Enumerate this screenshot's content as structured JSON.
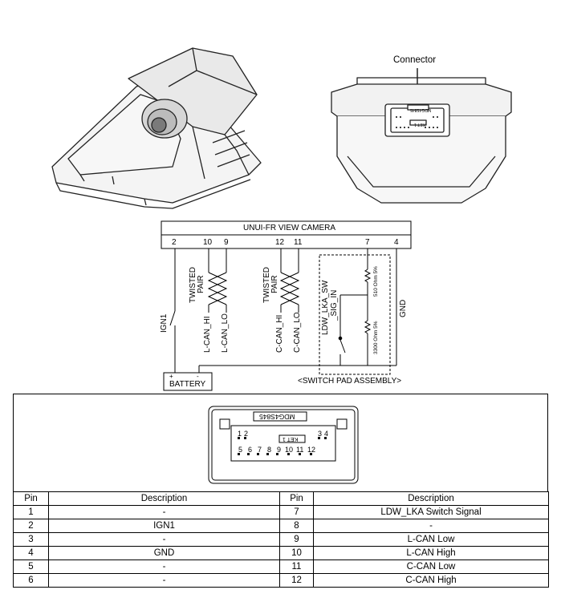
{
  "photo": {
    "connector_label": "Connector",
    "connector_part_number": "MDG4S845",
    "connector_housing_marking": "KET 1"
  },
  "schematic": {
    "title": "UNUI-FR VIEW CAMERA",
    "pins_top": [
      "2",
      "10",
      "9",
      "12",
      "11",
      "7",
      "4"
    ],
    "twisted_pair_left": [
      "TWISTED",
      "PAIR"
    ],
    "twisted_pair_right": [
      "TWISTED",
      "PAIR"
    ],
    "ign_label": "IGN1",
    "lcan_hi": "L-CAN_HI",
    "lcan_lo": "L-CAN_LO",
    "ccan_hi": "C-CAN_HI",
    "ccan_lo": "C-CAN_LO",
    "ldw_sw": "LDW_LKA_SW",
    "sig_in": "_SIG_IN",
    "res_510": "510 Ohm 5%",
    "res_3300": "3300 Ohm 5%",
    "gnd": "GND",
    "battery": "BATTERY",
    "plus": "+",
    "minus": "-",
    "switch_pad": "<SWITCH PAD ASSEMBLY>"
  },
  "connector_face": {
    "part_number": "MDG4S845",
    "housing_marking": "KET 1",
    "row1_pins": [
      "1",
      "2",
      "3",
      "4"
    ],
    "row2_pins": [
      "5",
      "6",
      "7",
      "8",
      "9",
      "10",
      "11",
      "12"
    ]
  },
  "pin_table": {
    "headers": [
      "Pin",
      "Description",
      "Pin",
      "Description"
    ],
    "rows": [
      {
        "pin_a": "1",
        "desc_a": "-",
        "pin_b": "7",
        "desc_b": "LDW_LKA Switch Signal"
      },
      {
        "pin_a": "2",
        "desc_a": "IGN1",
        "pin_b": "8",
        "desc_b": "-"
      },
      {
        "pin_a": "3",
        "desc_a": "-",
        "pin_b": "9",
        "desc_b": "L-CAN Low"
      },
      {
        "pin_a": "4",
        "desc_a": "GND",
        "pin_b": "10",
        "desc_b": "L-CAN High"
      },
      {
        "pin_a": "5",
        "desc_a": "-",
        "pin_b": "11",
        "desc_b": "C-CAN Low"
      },
      {
        "pin_a": "6",
        "desc_a": "-",
        "pin_b": "12",
        "desc_b": "C-CAN High"
      }
    ]
  }
}
